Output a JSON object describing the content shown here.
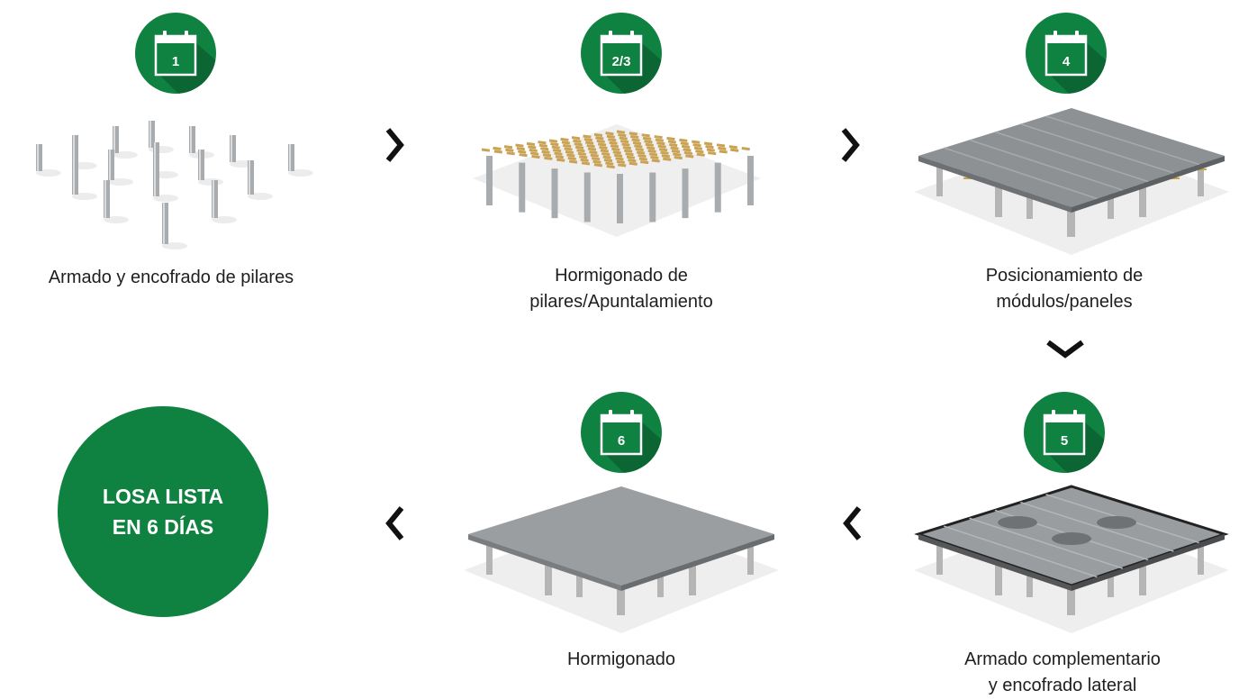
{
  "colors": {
    "badge_green": "#0f8140",
    "badge_shadow": "#0b6633",
    "final_green": "#0f8140",
    "arrow": "#111111"
  },
  "steps": [
    {
      "day": "1",
      "caption_lines": [
        "Armado y encofrado de pilares"
      ],
      "illustration": "pillars"
    },
    {
      "day": "2/3",
      "caption_lines": [
        "Hormigonado de",
        "pilares/Apuntalamiento"
      ],
      "illustration": "shoring"
    },
    {
      "day": "4",
      "caption_lines": [
        "Posicionamiento de",
        "módulos/paneles"
      ],
      "illustration": "panels"
    },
    {
      "day": "5",
      "caption_lines": [
        "Armado complementario",
        "y encofrado lateral"
      ],
      "illustration": "reinforcement"
    },
    {
      "day": "6",
      "caption_lines": [
        "Hormigonado"
      ],
      "illustration": "slab"
    }
  ],
  "arrows": [
    "chevron-right",
    "chevron-right",
    "chevron-down",
    "chevron-left",
    "chevron-left"
  ],
  "final": {
    "line1": "LOSA LISTA",
    "line2": "EN 6 DÍAS"
  }
}
